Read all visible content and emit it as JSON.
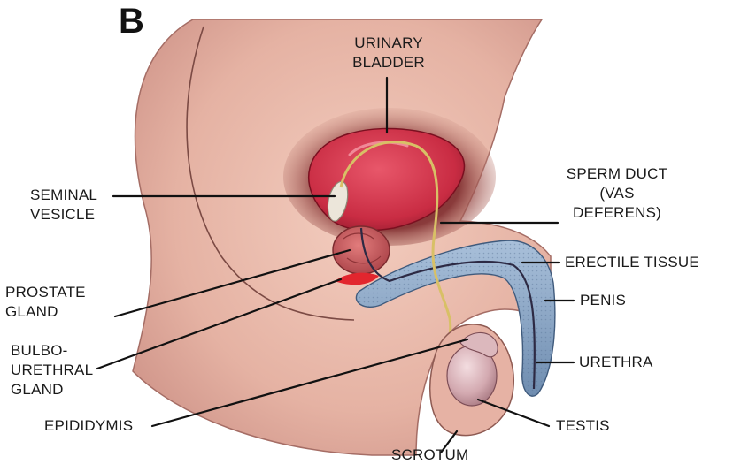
{
  "panel_letter": "B",
  "labels": {
    "urinary_bladder": "URINARY\nBLADDER",
    "seminal_vesicle": "SEMINAL\nVESICLE",
    "sperm_duct": "SPERM DUCT\n(VAS\nDEFERENS)",
    "erectile_tissue": "ERECTILE TISSUE",
    "penis": "PENIS",
    "prostate_gland": "PROSTATE\nGLAND",
    "bulbourethral_gland": "BULBO-\nURETHRAL\nGLAND",
    "urethra": "URETHRA",
    "epididymis": "EPIDIDYMIS",
    "testis": "TESTIS",
    "scrotum": "SCROTUM"
  },
  "colors": {
    "skin": "#e7b7a8",
    "skin_shadow": "#c98c82",
    "bladder": "#d4354a",
    "gland": "#c85a5e",
    "erectile": "#8aa6c6",
    "duct": "#e8d48a",
    "testis": "#d9b3b8",
    "leader_line": "#111111"
  }
}
